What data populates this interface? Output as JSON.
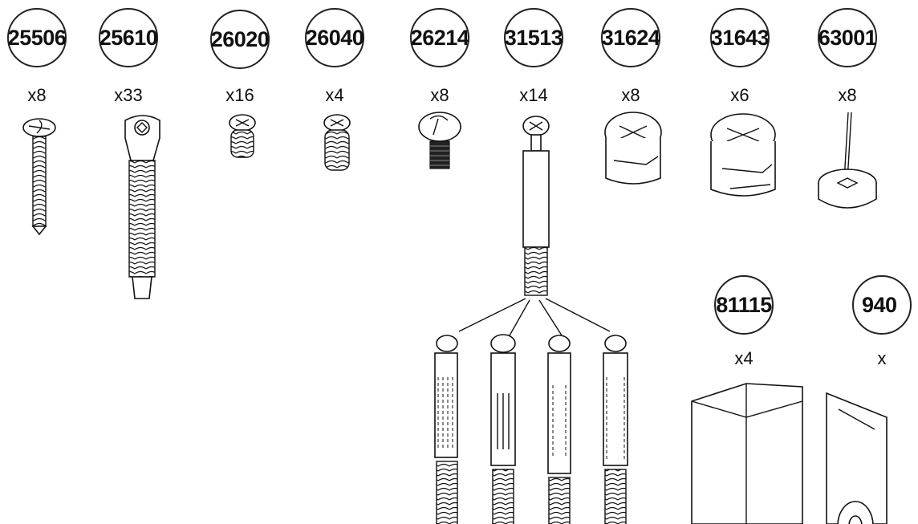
{
  "parts": [
    {
      "code": "25506",
      "qty": "x8"
    },
    {
      "code": "25610",
      "qty": "x33"
    },
    {
      "code": "26020",
      "qty": "x16"
    },
    {
      "code": "26040",
      "qty": "x4"
    },
    {
      "code": "26214",
      "qty": "x8"
    },
    {
      "code": "31513",
      "qty": "x14"
    },
    {
      "code": "31624",
      "qty": "x8"
    },
    {
      "code": "31643",
      "qty": "x6"
    },
    {
      "code": "63001",
      "qty": "x8"
    },
    {
      "code": "81115",
      "qty": "x4"
    },
    {
      "code": "940",
      "qty": "x"
    }
  ]
}
